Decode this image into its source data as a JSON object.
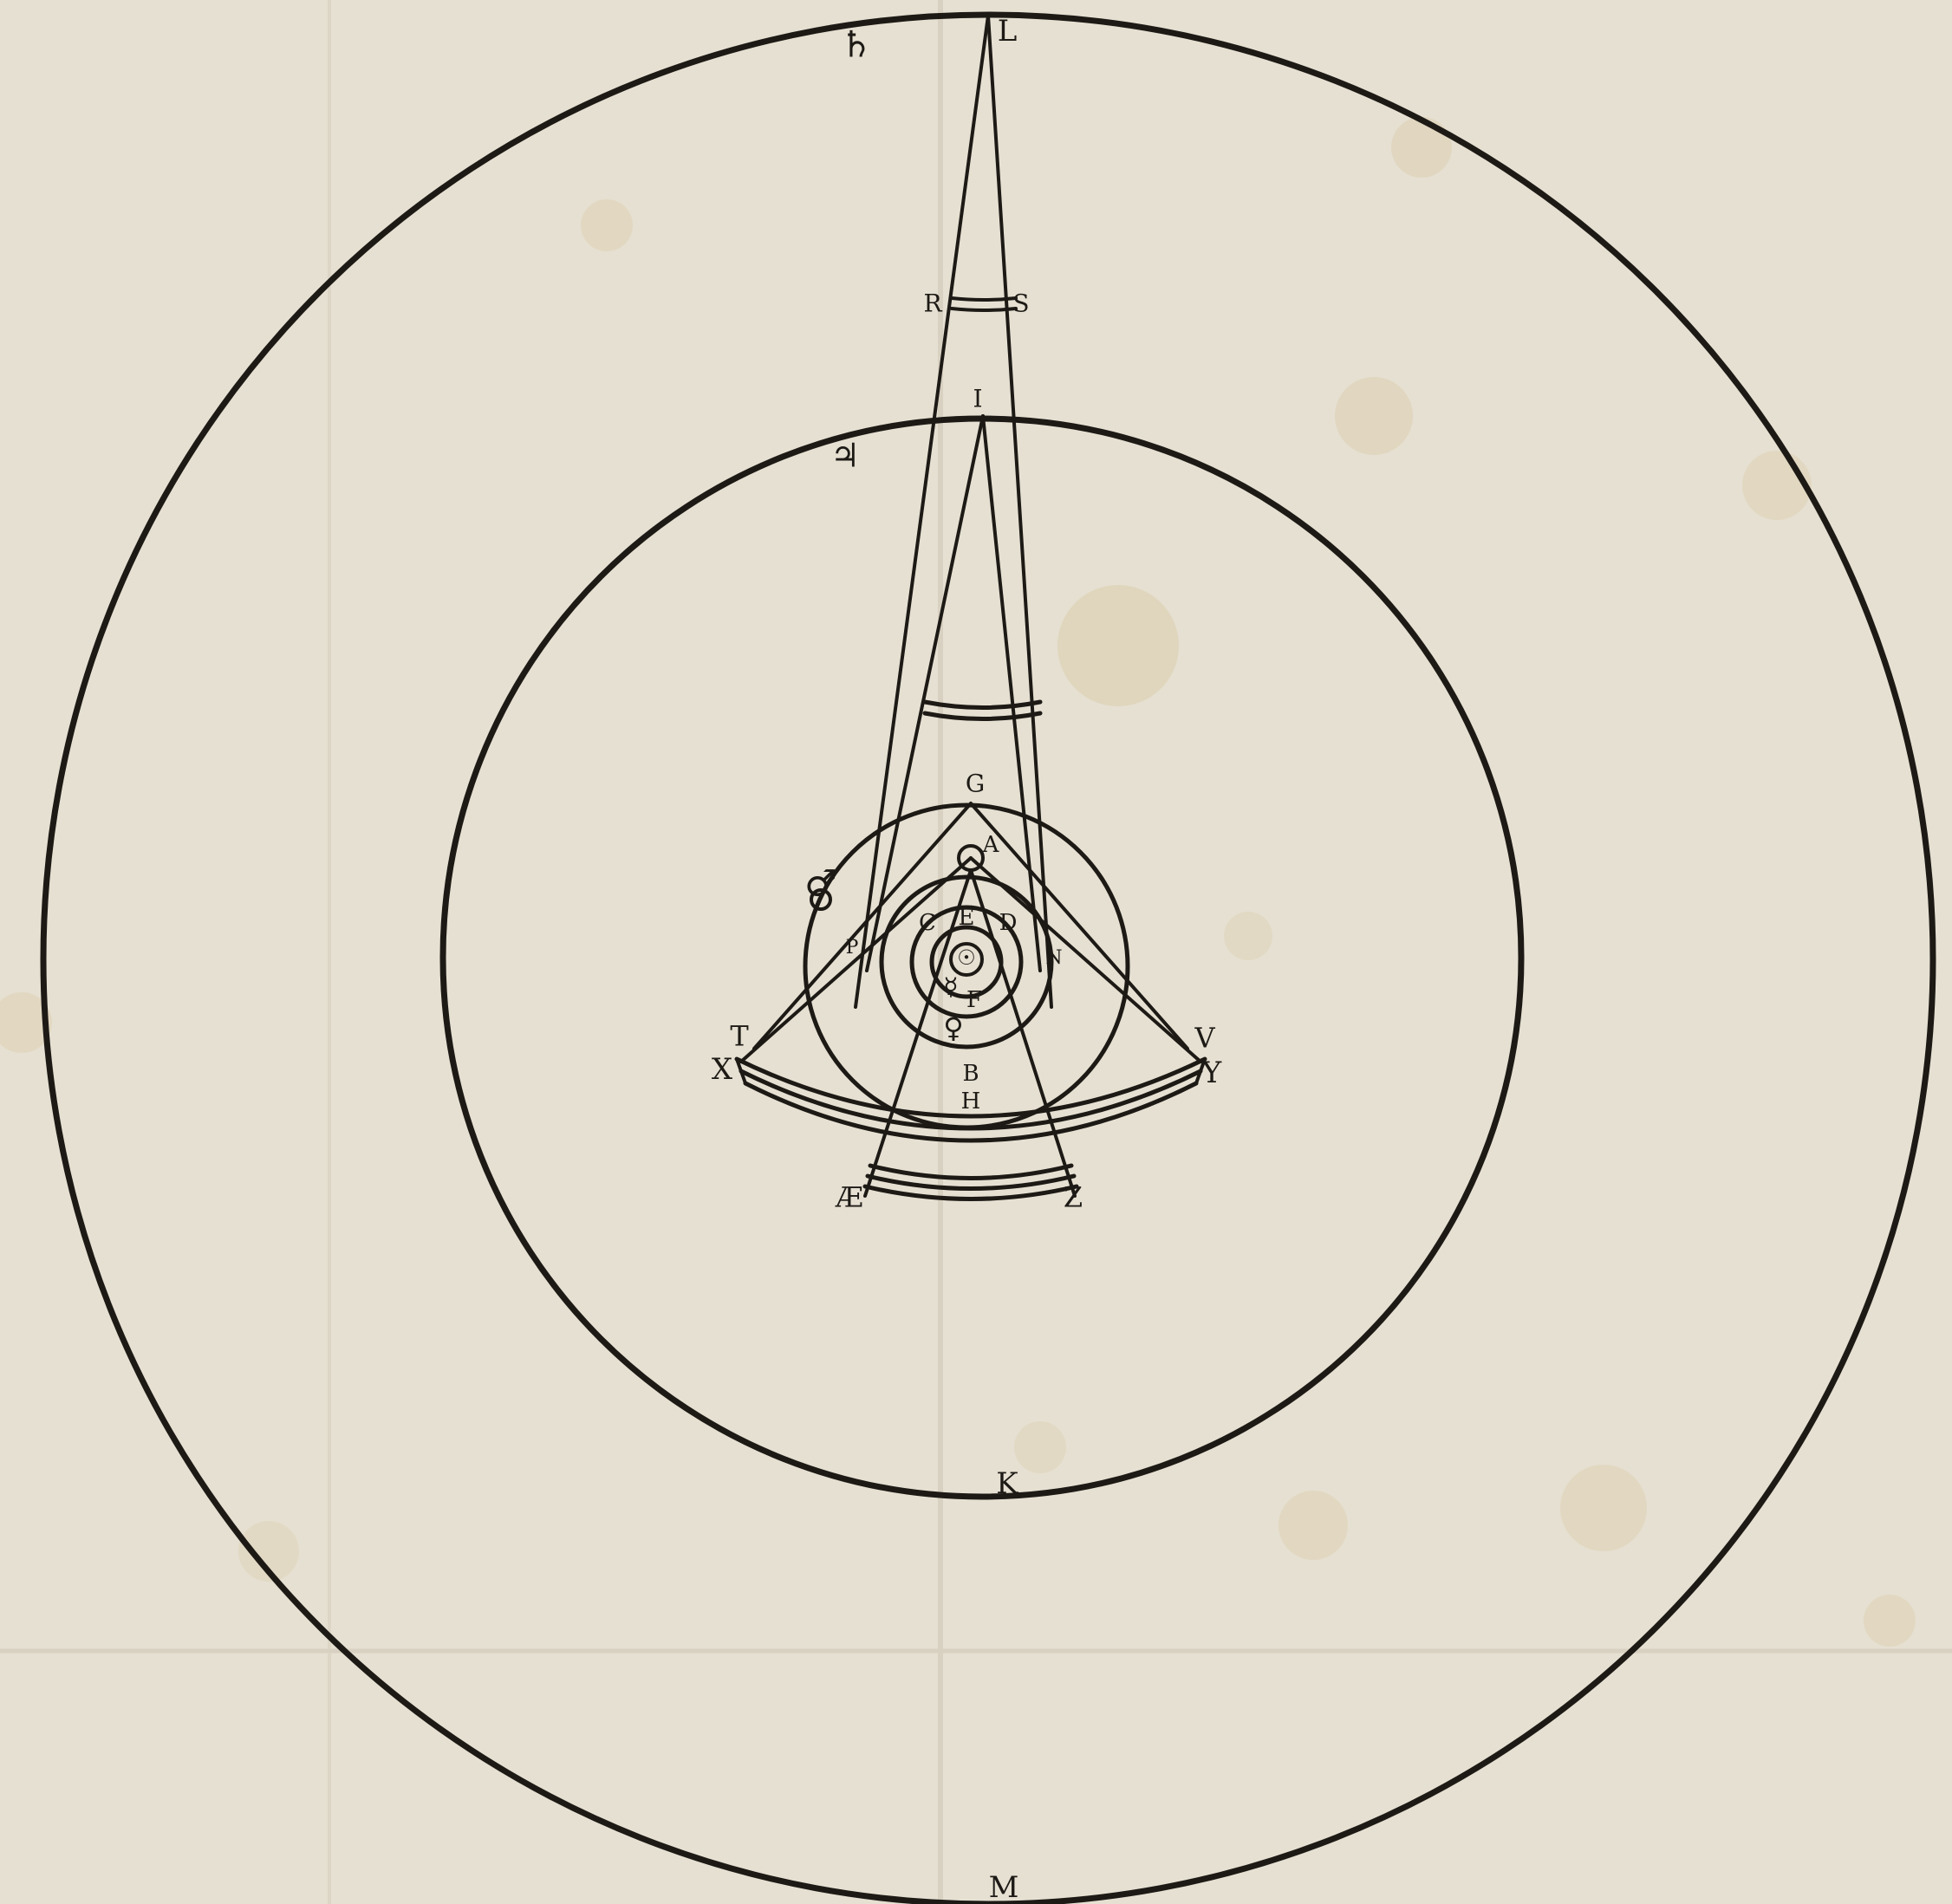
{
  "colors": {
    "paper": "#e6e0d2",
    "ink": "#1d1a16",
    "stain": "#d9c9a4"
  },
  "labels": {
    "saturn_symbol": "♄",
    "L": "L",
    "R": "R",
    "S": "S",
    "I": "I",
    "jupiter_symbol": "♃",
    "G": "G",
    "A": "A",
    "mars_symbol": "♂",
    "C": "C",
    "E": "E",
    "D": "D",
    "P": "P",
    "N": "N",
    "mercury_symbol": "☿",
    "F": "F",
    "venus_symbol": "♀",
    "sun_symbol": "☉",
    "T": "T",
    "X": "X",
    "V": "V",
    "Y": "Y",
    "B": "B",
    "H": "H",
    "AE": "Æ",
    "Z": "Z",
    "K": "K",
    "M": "M"
  }
}
